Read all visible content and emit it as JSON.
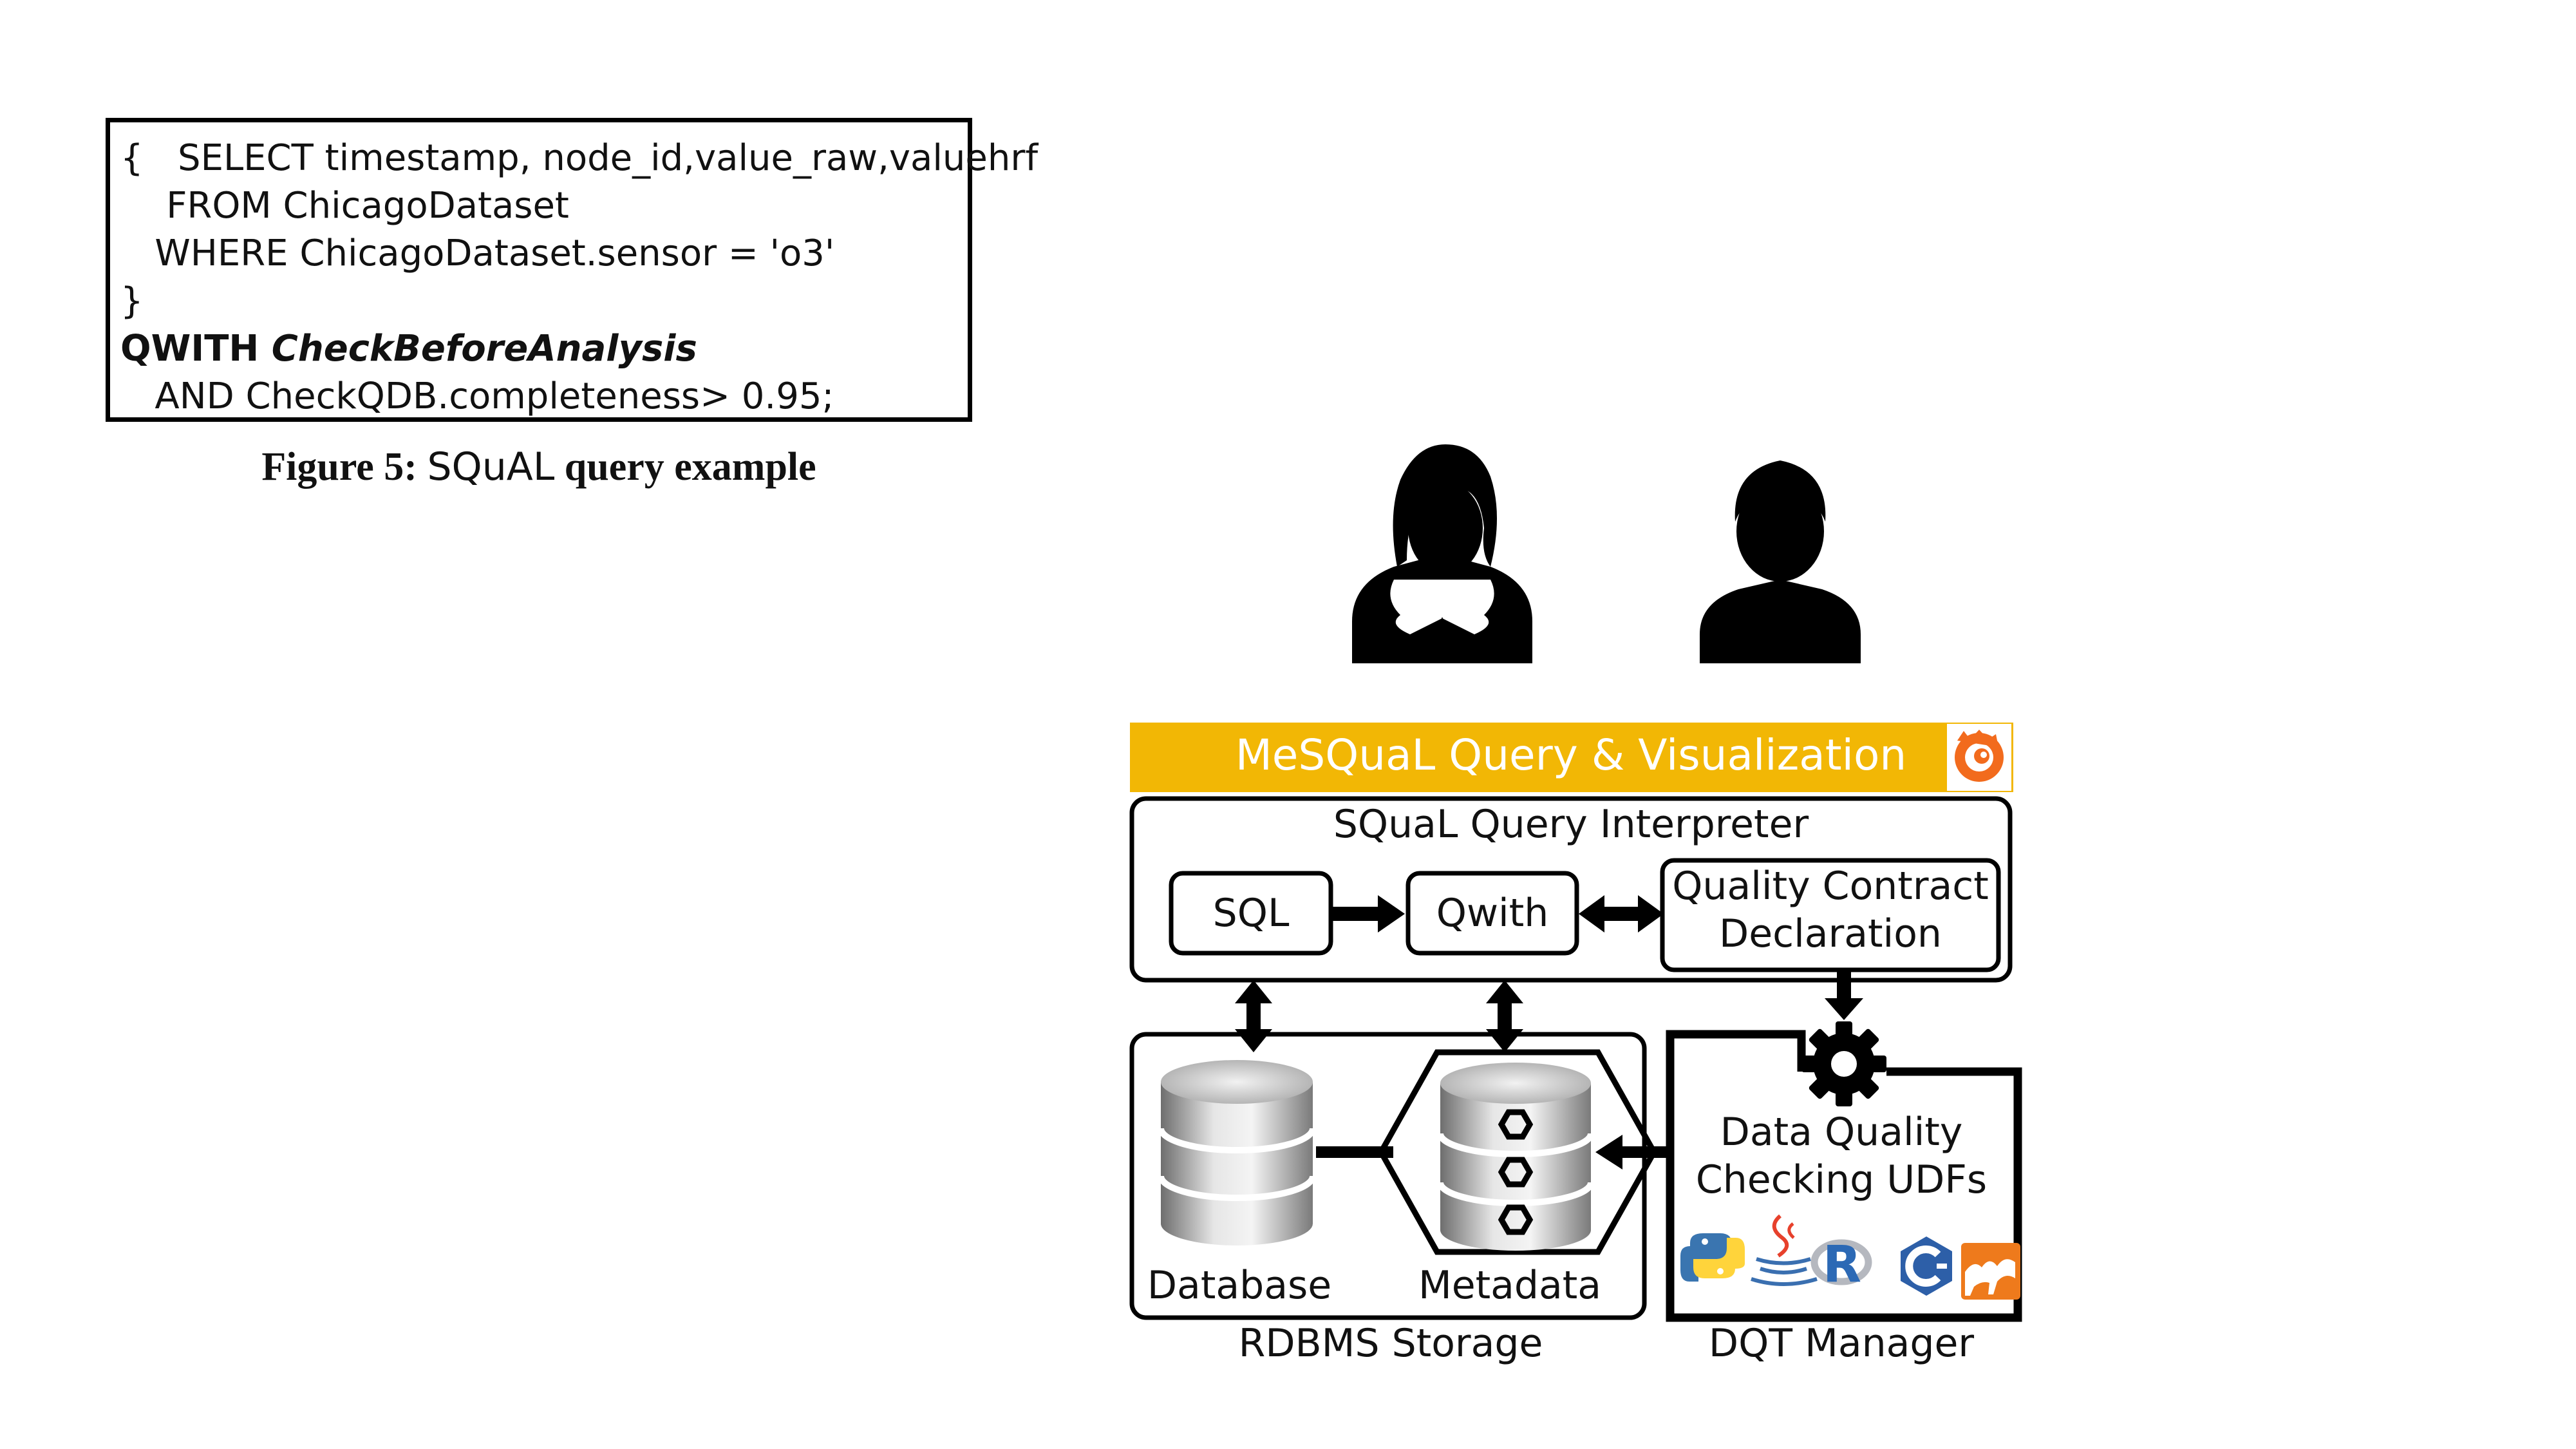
{
  "query": {
    "lines": [
      "{   SELECT timestamp, node_id,value_raw,valuehrf",
      "    FROM ChicagoDataset",
      "   WHERE ChicagoDataset.sensor = 'o3'",
      "}",
      "QWITH ",
      "   AND CheckQDB.completeness> 0.95;"
    ],
    "qwith_name": "CheckBeforeAnalysis"
  },
  "caption": {
    "label": "Figure 5:",
    "title_sans": "SQuAL",
    "title_rest": "query example"
  },
  "diagram": {
    "banner": "MeSQuaL Query & Visualization",
    "interpreter_title": "SQuaL Query Interpreter",
    "sql_box": "SQL",
    "qwith_box": "Qwith",
    "contract_line1": "Quality Contract",
    "contract_line2": "Declaration",
    "database_label": "Database",
    "metadata_label": "Metadata",
    "rdbms_label": "RDBMS Storage",
    "udf_line1": "Data Quality",
    "udf_line2": "Checking UDFs",
    "dqt_label": "DQT Manager",
    "r_logo_letter": "R",
    "colors": {
      "banner": "#f2b705",
      "grafana_orange": "#f26b1d",
      "python_blue": "#3a75b0",
      "python_yellow": "#ffd43b",
      "java_red": "#e7412c",
      "c_blue": "#2d5fa8",
      "ocaml_orange": "#ee7a1c"
    },
    "icons": [
      "female-user-icon",
      "male-user-icon",
      "grafana-icon",
      "gear-icon",
      "python-icon",
      "java-icon",
      "r-icon",
      "c-icon",
      "ocaml-icon",
      "database-icon",
      "metadata-db-icon"
    ]
  }
}
